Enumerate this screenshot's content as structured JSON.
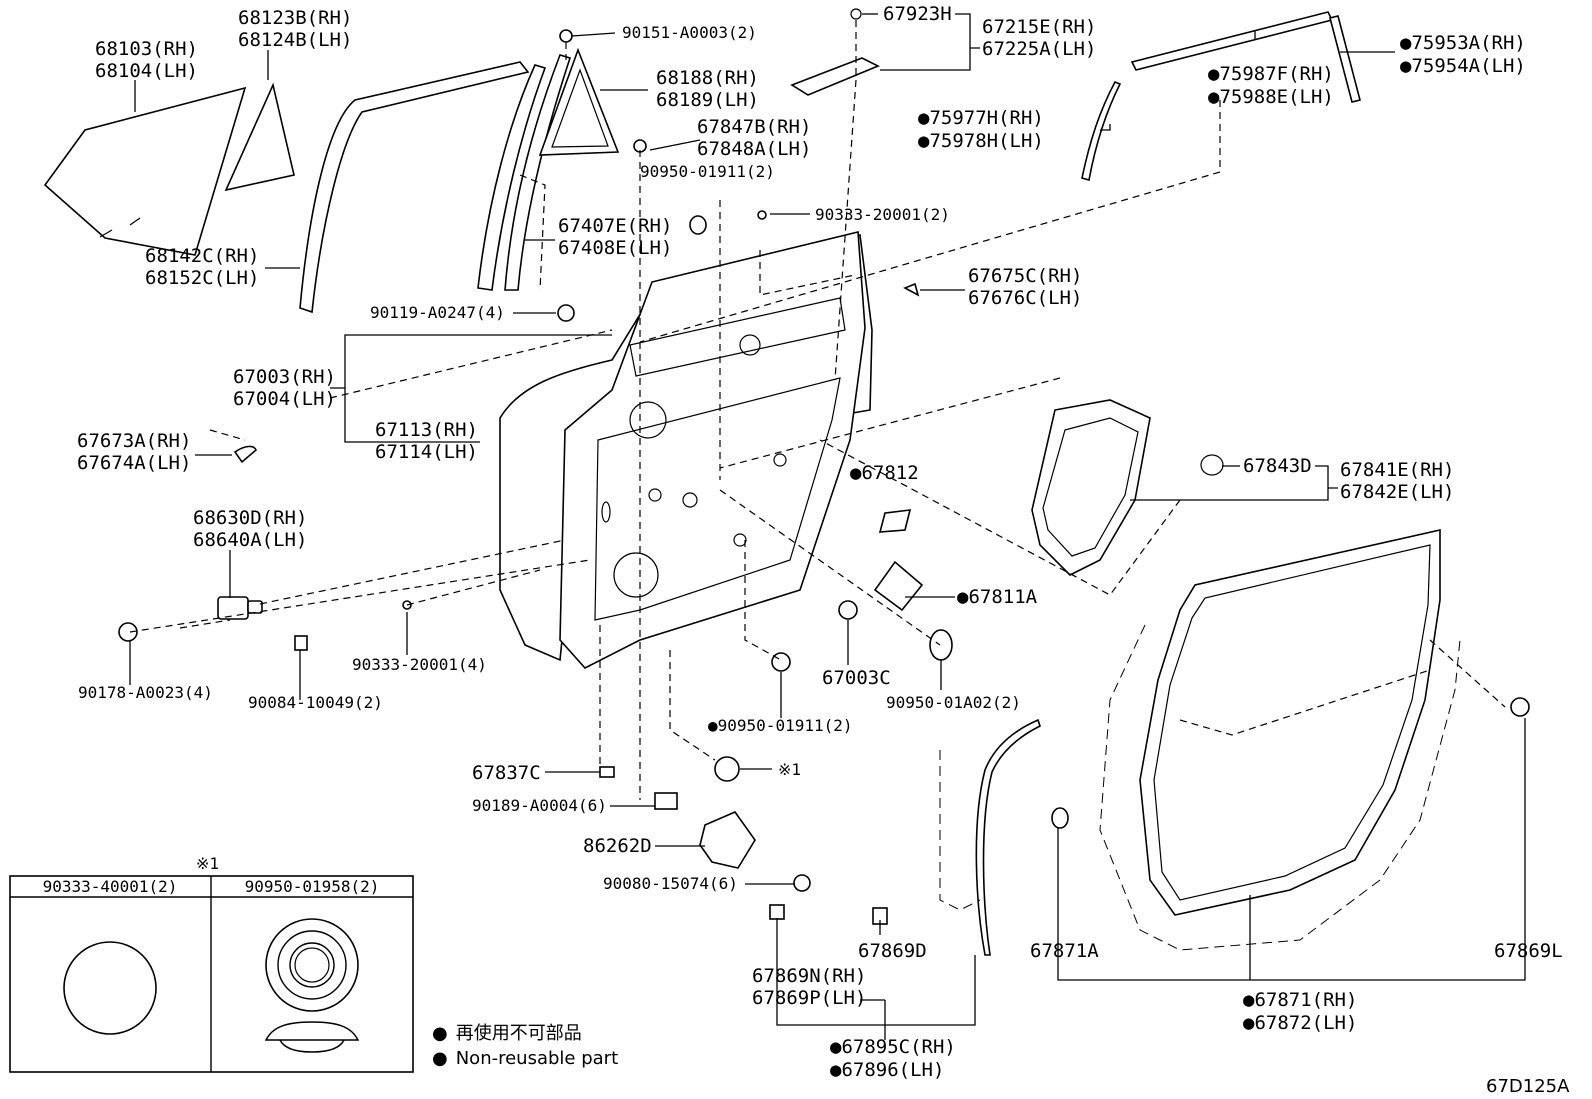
{
  "callouts": [
    {
      "id": "c01",
      "lines": [
        "68103(RH)",
        "68104(LH)"
      ]
    },
    {
      "id": "c02",
      "lines": [
        "68123B(RH)",
        "68124B(LH)"
      ]
    },
    {
      "id": "c03",
      "lines": [
        "90151-A0003(2)"
      ]
    },
    {
      "id": "c04",
      "lines": [
        "68188(RH)",
        "68189(LH)"
      ]
    },
    {
      "id": "c05",
      "lines": [
        "67847B(RH)",
        "67848A(LH)"
      ]
    },
    {
      "id": "c06",
      "lines": [
        "90950-01911(2)"
      ]
    },
    {
      "id": "c07",
      "lines": [
        "67923H"
      ]
    },
    {
      "id": "c08",
      "lines": [
        "67215E(RH)",
        "67225A(LH)"
      ]
    },
    {
      "id": "c09",
      "lines": [
        "75953A(RH)",
        "75954A(LH)"
      ],
      "nonreusable": true
    },
    {
      "id": "c10",
      "lines": [
        "75987F(RH)",
        "75988E(LH)"
      ],
      "nonreusable": true
    },
    {
      "id": "c11",
      "lines": [
        "75977H(RH)",
        "75978H(LH)"
      ],
      "nonreusable": true
    },
    {
      "id": "c12",
      "lines": [
        "90333-20001(2)"
      ]
    },
    {
      "id": "c13",
      "lines": [
        "67407E(RH)",
        "67408E(LH)"
      ]
    },
    {
      "id": "c14",
      "lines": [
        "68142C(RH)",
        "68152C(LH)"
      ]
    },
    {
      "id": "c15",
      "lines": [
        "67675C(RH)",
        "67676C(LH)"
      ]
    },
    {
      "id": "c16",
      "lines": [
        "90119-A0247(4)"
      ]
    },
    {
      "id": "c17",
      "lines": [
        "67003(RH)",
        "67004(LH)"
      ]
    },
    {
      "id": "c18",
      "lines": [
        "67113(RH)",
        "67114(LH)"
      ]
    },
    {
      "id": "c19",
      "lines": [
        "67673A(RH)",
        "67674A(LH)"
      ]
    },
    {
      "id": "c20",
      "lines": [
        "67812"
      ],
      "nonreusable": true
    },
    {
      "id": "c21",
      "lines": [
        "67843D"
      ]
    },
    {
      "id": "c22",
      "lines": [
        "67841E(RH)",
        "67842E(LH)"
      ]
    },
    {
      "id": "c23",
      "lines": [
        "68630D(RH)",
        "68640A(LH)"
      ]
    },
    {
      "id": "c24",
      "lines": [
        "67811A"
      ],
      "nonreusable": true
    },
    {
      "id": "c25",
      "lines": [
        "90333-20001(4)"
      ]
    },
    {
      "id": "c26",
      "lines": [
        "67003C"
      ]
    },
    {
      "id": "c27",
      "lines": [
        "90178-A0023(4)"
      ]
    },
    {
      "id": "c28",
      "lines": [
        "90084-10049(2)"
      ]
    },
    {
      "id": "c29",
      "lines": [
        "90950-01A02(2)"
      ]
    },
    {
      "id": "c30",
      "lines": [
        "90950-01911(2)"
      ],
      "nonreusable": true
    },
    {
      "id": "c31",
      "lines": [
        "67837C"
      ]
    },
    {
      "id": "c32",
      "lines": [
        "※1"
      ]
    },
    {
      "id": "c33",
      "lines": [
        "90189-A0004(6)"
      ]
    },
    {
      "id": "c34",
      "lines": [
        "86262D"
      ]
    },
    {
      "id": "c35",
      "lines": [
        "90080-15074(6)"
      ]
    },
    {
      "id": "c36",
      "lines": [
        "67869D"
      ]
    },
    {
      "id": "c37",
      "lines": [
        "67869N(RH)",
        "67869P(LH)"
      ]
    },
    {
      "id": "c38",
      "lines": [
        "67895C(RH)",
        "67896(LH)"
      ],
      "nonreusable": true
    },
    {
      "id": "c39",
      "lines": [
        "67871A"
      ]
    },
    {
      "id": "c40",
      "lines": [
        "67871(RH)",
        "67872(LH)"
      ],
      "nonreusable": true
    },
    {
      "id": "c41",
      "lines": [
        "67869L"
      ]
    }
  ],
  "inset_table": {
    "note_mark": "※1",
    "columns": [
      "90333-40001(2)",
      "90950-01958(2)"
    ]
  },
  "legend": {
    "items": [
      {
        "symbol": "●",
        "text": "再使用不可部品"
      },
      {
        "symbol": "●",
        "text": "Non-reusable part"
      }
    ]
  },
  "diagram_code": "67D125A",
  "nonreusable_marker": "●"
}
